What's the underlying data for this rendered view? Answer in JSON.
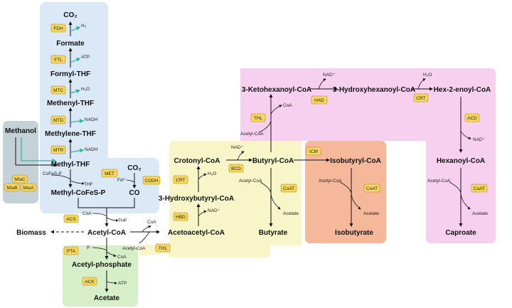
{
  "colors": {
    "wl_region": "#dbe8f5",
    "methanol_region": "#c4d2d8",
    "yellow_region": "#f8f6c8",
    "orange_region": "#f6b89a",
    "pink_region": "#f7d0ef",
    "green_region": "#d7efc8",
    "enzyme_fill": "#f5d85a",
    "enzyme_border": "#c07a2a",
    "teal": "#29b59a"
  },
  "metabolites": {
    "co2_top": "CO₂",
    "formate": "Formate",
    "formyl_thf": "Formyl-THF",
    "methenyl_thf": "Methenyl-THF",
    "methylene_thf": "Methylene-THF",
    "methyl_thf": "Methyl-THF",
    "methanol": "Methanol",
    "methyl_cofes_p": "Methyl-CoFeS-P",
    "co2_side": "CO₂",
    "co": "CO",
    "acetyl_coa": "Acetyl-CoA",
    "biomass": "Biomass",
    "acetyl_phosphate": "Acetyl-phosphate",
    "acetate_main": "Acetate",
    "acetoacetyl_coa": "Acetoacetyl-CoA",
    "hydroxybutyryl_coa": "3-Hydroxybutyryl-CoA",
    "crotonyl_coa": "Crotonyl-CoA",
    "butyryl_coa": "Butyryl-CoA",
    "butyrate": "Butyrate",
    "isobutyryl_coa": "Isobutyryl-CoA",
    "isobutyrate": "Isobutyrate",
    "ketohexanoyl_coa": "3-Ketohexanoyl-CoA",
    "hydroxyhexanoyl_coa": "3-Hydroxyhexanoyl-CoA",
    "hexenoyl_coa": "Hex-2-enoyl-CoA",
    "hexanoyl_coa": "Hexanoyl-CoA",
    "caproate": "Caproate"
  },
  "enzymes": {
    "fdh": "FDH",
    "ftl": "FTL",
    "mtc": "MTC",
    "mtd": "MTD",
    "mtr": "MTR",
    "met": "MET",
    "codh": "CODH",
    "acs": "ACS",
    "pta": "PTA",
    "ack": "ACK",
    "thl_low": "THL",
    "hbd": "HBD",
    "crt_low": "CRT",
    "bcd": "BCD",
    "coat_butyrate": "CoAT",
    "icm": "ICM",
    "coat_isobutyrate": "CoAT",
    "thl_up": "THL",
    "had": "HAD",
    "crt_up": "CRT",
    "acd": "ACD",
    "coat_caproate": "CoAT",
    "mtac": "MtaC",
    "mtab": "MtaB",
    "mtaa": "MtaA"
  },
  "cofactors": {
    "h2": "H₂",
    "atp_ftl": "ATP",
    "h2o_mtc": "H₂O",
    "nadh_mtd": "NADH",
    "nadh_mtr": "NADH",
    "cofes_p": "CoFeS-P",
    "thf_met": "THF",
    "fd": "Fd²⁻",
    "coa_acs": "CoA",
    "thf_acs": "THF",
    "p_pta": "P",
    "coa_pta": "CoA",
    "atp_ack": "ATP",
    "coa_thl": "CoA",
    "acetylcoa_thl": "Acetyl-CoA",
    "nad_hbd": "NAD⁺",
    "h2o_crt": "H₂O",
    "nad_bcd": "NAD⁺",
    "acetylcoa_butyrate": "Acetyl-CoA",
    "acetate_butyrate": "Acetate",
    "acetylcoa_iso": "Acetyl-CoA",
    "acetate_iso": "Acetate",
    "acetylcoa_thl_up": "Acetyl-CoA",
    "coa_thl_up": "CoA",
    "nad_had": "NAD⁺",
    "h2o_crt_up": "H₂O",
    "nad_acd": "NAD⁺",
    "acetylcoa_cap": "Acetyl-CoA",
    "acetate_cap": "Acetate"
  }
}
